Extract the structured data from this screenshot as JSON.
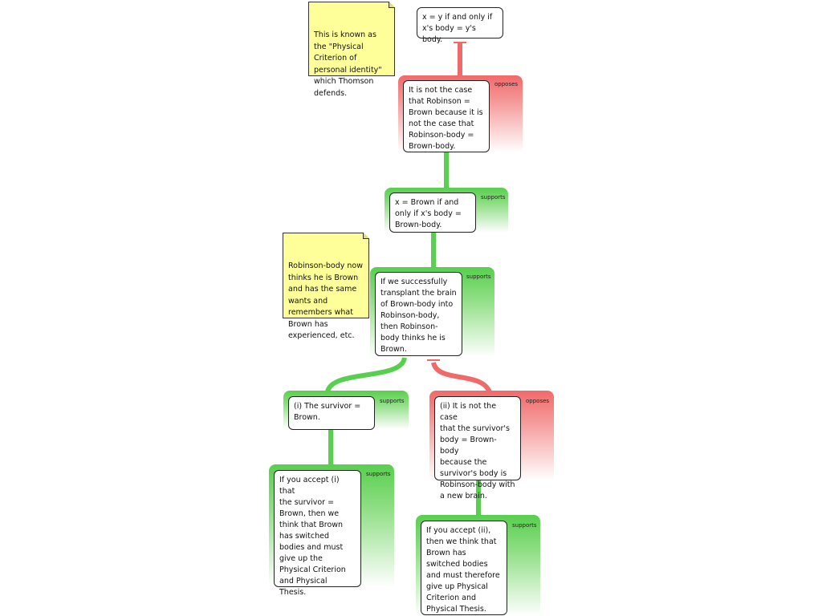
{
  "nodes": {
    "root": "x = y if and only if\nx's body = y's body.",
    "n1": "It is not the case\nthat Robinson =\nBrown because it is\nnot the case that\nRobinson-body =\nBrown-body.",
    "n2": "x = Brown if and\nonly if x's body =\nBrown-body.",
    "n3": "If we successfully\ntransplant the brain\nof Brown-body into\nRobinson-body,\nthen Robinson-\nbody thinks he is\nBrown.",
    "n4": "(i) The survivor =\nBrown.",
    "n5": "(ii) It is not the case\nthat the survivor's\nbody = Brown-body\nbecause the\nsurvivor's body is\nRobinson-body with\na new brain.",
    "n6": "If you accept (i) that\nthe survivor =\nBrown, then we\nthink that Brown\nhas switched\nbodies and must\ngive up the\nPhysical Criterion\nand Physical\nThesis.",
    "n7": "If you accept (ii),\nthen we think that\nBrown has\nswitched bodies\nand must therefore\ngive up Physical\nCriterion and\nPhysical Thesis."
  },
  "relations": {
    "n1": "opposes",
    "n2": "supports",
    "n3": "supports",
    "n4": "supports",
    "n5": "opposes",
    "n6": "supports",
    "n7": "supports"
  },
  "notes": {
    "note1": "This is known as\nthe \"Physical\nCriterion of\npersonal identity\"\nwhich Thomson\ndefends.",
    "note2": "Robinson-body now\nthinks he is Brown\nand has the same\nwants and\nremembers what\nBrown has\nexperienced, etc."
  },
  "colors": {
    "supports": "#58cf4e",
    "opposes": "#f06a6a",
    "note": "#ffff99"
  }
}
